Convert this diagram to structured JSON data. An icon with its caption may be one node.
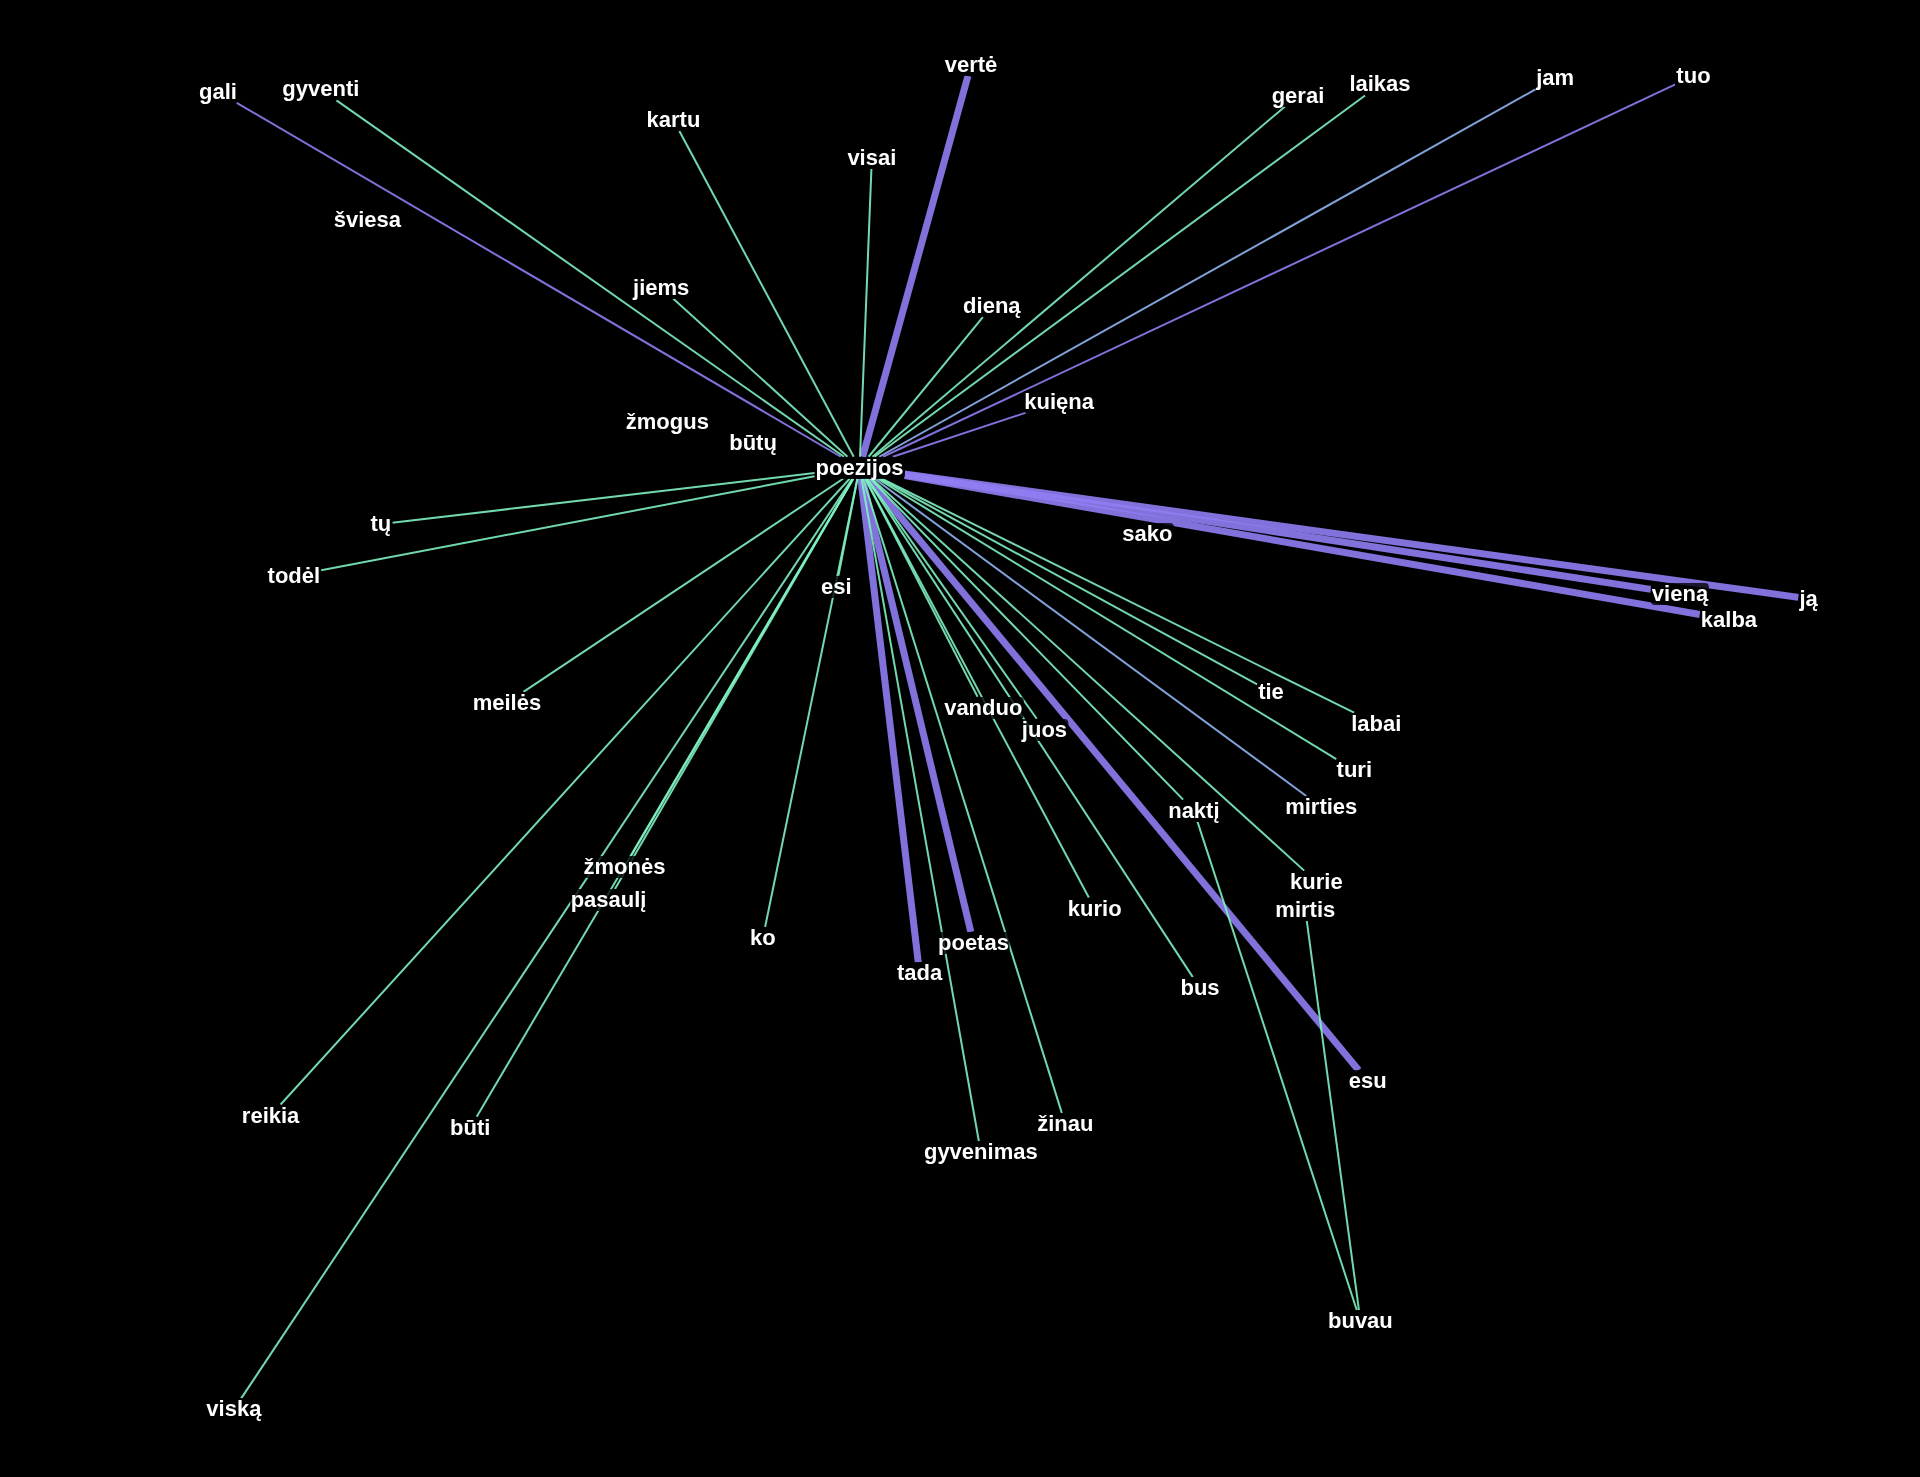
{
  "diagram": {
    "nodes": [
      {
        "text": [
          "vertė"
        ]
      },
      {
        "text": [
          "tuo"
        ]
      },
      {
        "text": [
          "jam"
        ]
      },
      {
        "text": [
          "gyventi"
        ]
      },
      {
        "text": [
          "gali"
        ]
      },
      {
        "text": [
          "laikas"
        ]
      },
      {
        "text": [
          "gerai"
        ]
      },
      {
        "text": [
          "kartu"
        ]
      },
      {
        "text": [
          "visai"
        ]
      },
      {
        "text": [
          "šviesa"
        ]
      },
      {
        "text": [
          "jiems"
        ]
      },
      {
        "text": [
          "dieną"
        ]
      },
      {
        "text": [
          "kuięna"
        ]
      },
      {
        "text": [
          "žmogus"
        ]
      },
      {
        "text": [
          "būtų"
        ]
      },
      {
        "text": [
          "poezijos"
        ]
      },
      {
        "text": [
          "tų"
        ]
      },
      {
        "text": [
          "sako"
        ]
      },
      {
        "text": [
          "todėl"
        ]
      },
      {
        "text": [
          "esi"
        ]
      },
      {
        "text": [
          "vieną"
        ]
      },
      {
        "text": [
          "ją"
        ]
      },
      {
        "text": [
          "kalba"
        ]
      },
      {
        "text": [
          "tie"
        ]
      },
      {
        "text": [
          "meilės"
        ]
      },
      {
        "text": [
          "vanduo"
        ]
      },
      {
        "text": [
          "labai"
        ]
      },
      {
        "text": [
          "juos"
        ]
      },
      {
        "text": [
          "turi"
        ]
      },
      {
        "text": [
          "naktį"
        ]
      },
      {
        "text": [
          "mirties"
        ]
      },
      {
        "text": [
          "žmonės"
        ]
      },
      {
        "text": [
          "kurie"
        ]
      },
      {
        "text": [
          "pasaulį"
        ]
      },
      {
        "text": [
          "mirtis"
        ]
      },
      {
        "text": [
          "kurio"
        ]
      },
      {
        "text": [
          "ko"
        ]
      },
      {
        "text": [
          "poetas"
        ]
      },
      {
        "text": [
          "tada"
        ]
      },
      {
        "text": [
          "bus"
        ]
      },
      {
        "text": [
          "esu"
        ]
      },
      {
        "text": [
          "reikia"
        ]
      },
      {
        "text": [
          "būti"
        ]
      },
      {
        "text": [
          "žinau"
        ]
      },
      {
        "text": [
          "gyvenimas"
        ]
      },
      {
        "text": [
          "buvau"
        ]
      },
      {
        "text": [
          "viską"
        ]
      }
    ],
    "edges": [
      {
        "from": 15,
        "to": 0,
        "arrow": "none",
        "style": "thick",
        "color": "#8f7df2"
      },
      {
        "from": 15,
        "to": 20,
        "arrow": "none",
        "style": "thick",
        "color": "#8f7df2"
      },
      {
        "from": 15,
        "to": 21,
        "arrow": "none",
        "style": "thick",
        "color": "#8f7df2"
      },
      {
        "from": 15,
        "to": 22,
        "arrow": "none",
        "style": "thick",
        "color": "#8f7df2"
      },
      {
        "from": 15,
        "to": 37,
        "arrow": "none",
        "style": "thick",
        "color": "#8f7df2"
      },
      {
        "from": 15,
        "to": 38,
        "arrow": "none",
        "style": "thick",
        "color": "#8f7df2"
      },
      {
        "from": 15,
        "to": 40,
        "arrow": "none",
        "style": "thick",
        "color": "#8f7df2"
      },
      {
        "from": 15,
        "to": 1,
        "arrow": "none",
        "color": "#8f7df2"
      },
      {
        "from": 15,
        "to": 4,
        "arrow": "none",
        "color": "#8f7df2"
      },
      {
        "from": 15,
        "to": 12,
        "arrow": "none",
        "color": "#8f7df2"
      },
      {
        "from": 15,
        "to": 2,
        "arrow": "none",
        "color": "#8fb4f0"
      },
      {
        "from": 15,
        "to": 30,
        "arrow": "none",
        "color": "#8fb4f0"
      },
      {
        "from": 15,
        "to": 3,
        "arrow": "none"
      },
      {
        "from": 15,
        "to": 5,
        "arrow": "none"
      },
      {
        "from": 15,
        "to": 6,
        "arrow": "none"
      },
      {
        "from": 15,
        "to": 7,
        "arrow": "none"
      },
      {
        "from": 15,
        "to": 8,
        "arrow": "none"
      },
      {
        "from": 15,
        "to": 10,
        "arrow": "none"
      },
      {
        "from": 15,
        "to": 11,
        "arrow": "none"
      },
      {
        "from": 15,
        "to": 16,
        "arrow": "none"
      },
      {
        "from": 15,
        "to": 18,
        "arrow": "none"
      },
      {
        "from": 15,
        "to": 19,
        "arrow": "none"
      },
      {
        "from": 15,
        "to": 24,
        "arrow": "none"
      },
      {
        "from": 15,
        "to": 25,
        "arrow": "none"
      },
      {
        "from": 15,
        "to": 27,
        "arrow": "none"
      },
      {
        "from": 15,
        "to": 23,
        "arrow": "none"
      },
      {
        "from": 15,
        "to": 26,
        "arrow": "none"
      },
      {
        "from": 15,
        "to": 28,
        "arrow": "none"
      },
      {
        "from": 15,
        "to": 29,
        "arrow": "none"
      },
      {
        "from": 15,
        "to": 32,
        "arrow": "none"
      },
      {
        "from": 15,
        "to": 35,
        "arrow": "none"
      },
      {
        "from": 15,
        "to": 36,
        "arrow": "none"
      },
      {
        "from": 15,
        "to": 31,
        "arrow": "none"
      },
      {
        "from": 15,
        "to": 33,
        "arrow": "none"
      },
      {
        "from": 15,
        "to": 39,
        "arrow": "none"
      },
      {
        "from": 15,
        "to": 43,
        "arrow": "none"
      },
      {
        "from": 15,
        "to": 44,
        "arrow": "none"
      },
      {
        "from": 15,
        "to": 41,
        "arrow": "none"
      },
      {
        "from": 15,
        "to": 42,
        "arrow": "none"
      },
      {
        "from": 15,
        "to": 46,
        "arrow": "none"
      },
      {
        "from": 45,
        "to": 29,
        "arrow": "none"
      },
      {
        "from": 45,
        "to": 34,
        "arrow": "none"
      }
    ]
  }
}
